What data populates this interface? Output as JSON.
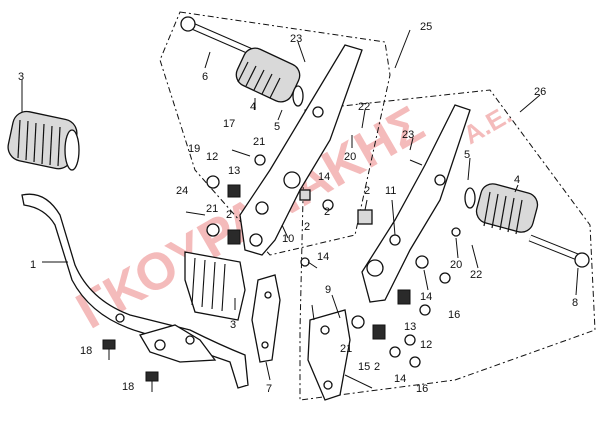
{
  "watermark": {
    "text": "ΓΚΟΥΡΑΝΑΚΗΣ",
    "suffix": "A.E.",
    "color": "#e04040"
  },
  "callouts": {
    "c1": "1",
    "c2a": "2",
    "c2b": "2",
    "c2c": "2",
    "c2d": "2",
    "c2e": "2",
    "c3a": "3",
    "c3b": "3",
    "c4a": "4",
    "c4b": "4",
    "c5a": "5",
    "c5b": "5",
    "c6": "6",
    "c7": "7",
    "c8": "8",
    "c9": "9",
    "c10": "10",
    "c11": "11",
    "c12a": "12",
    "c12b": "12",
    "c13a": "13",
    "c13b": "13",
    "c14a": "14",
    "c14b": "14",
    "c14c": "14",
    "c14d": "14",
    "c15": "15",
    "c16a": "16",
    "c16b": "16",
    "c17": "17",
    "c18a": "18",
    "c18b": "18",
    "c19": "19",
    "c20a": "20",
    "c20b": "20",
    "c21a": "21",
    "c21b": "21",
    "c21c": "21",
    "c22a": "22",
    "c22b": "22",
    "c23a": "23",
    "c23b": "23",
    "c24": "24",
    "c25": "25",
    "c26": "26"
  }
}
